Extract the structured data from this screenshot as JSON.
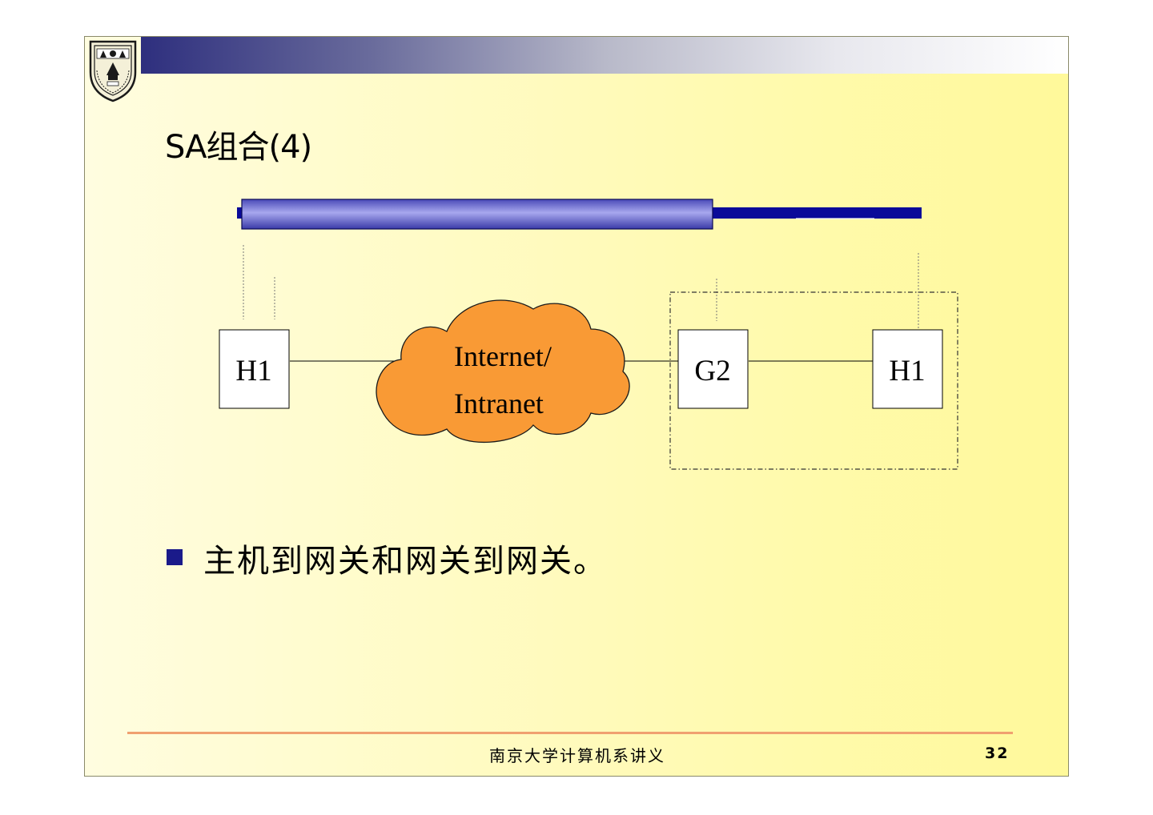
{
  "slide": {
    "title": "SA组合(4)",
    "bullet": "主机到网关和网关到网关。",
    "footer": "南京大学计算机系讲义",
    "page_number": "32"
  },
  "diagram": {
    "nodes": {
      "left_host": "H1",
      "gateway": "G2",
      "right_host": "H1"
    },
    "cloud": {
      "line1": "Internet/",
      "line2": "Intranet"
    }
  },
  "colors": {
    "header_dark": "#2e2f7e",
    "tunnel_dark": "#0a0a99",
    "tunnel_light": "#8c8ce6",
    "cloud_fill": "#f99a35",
    "bullet": "#1a1a8a",
    "footer_line": "#f0a070"
  },
  "icons": {
    "logo": "university-crest-icon",
    "bullet": "square-bullet-icon"
  }
}
